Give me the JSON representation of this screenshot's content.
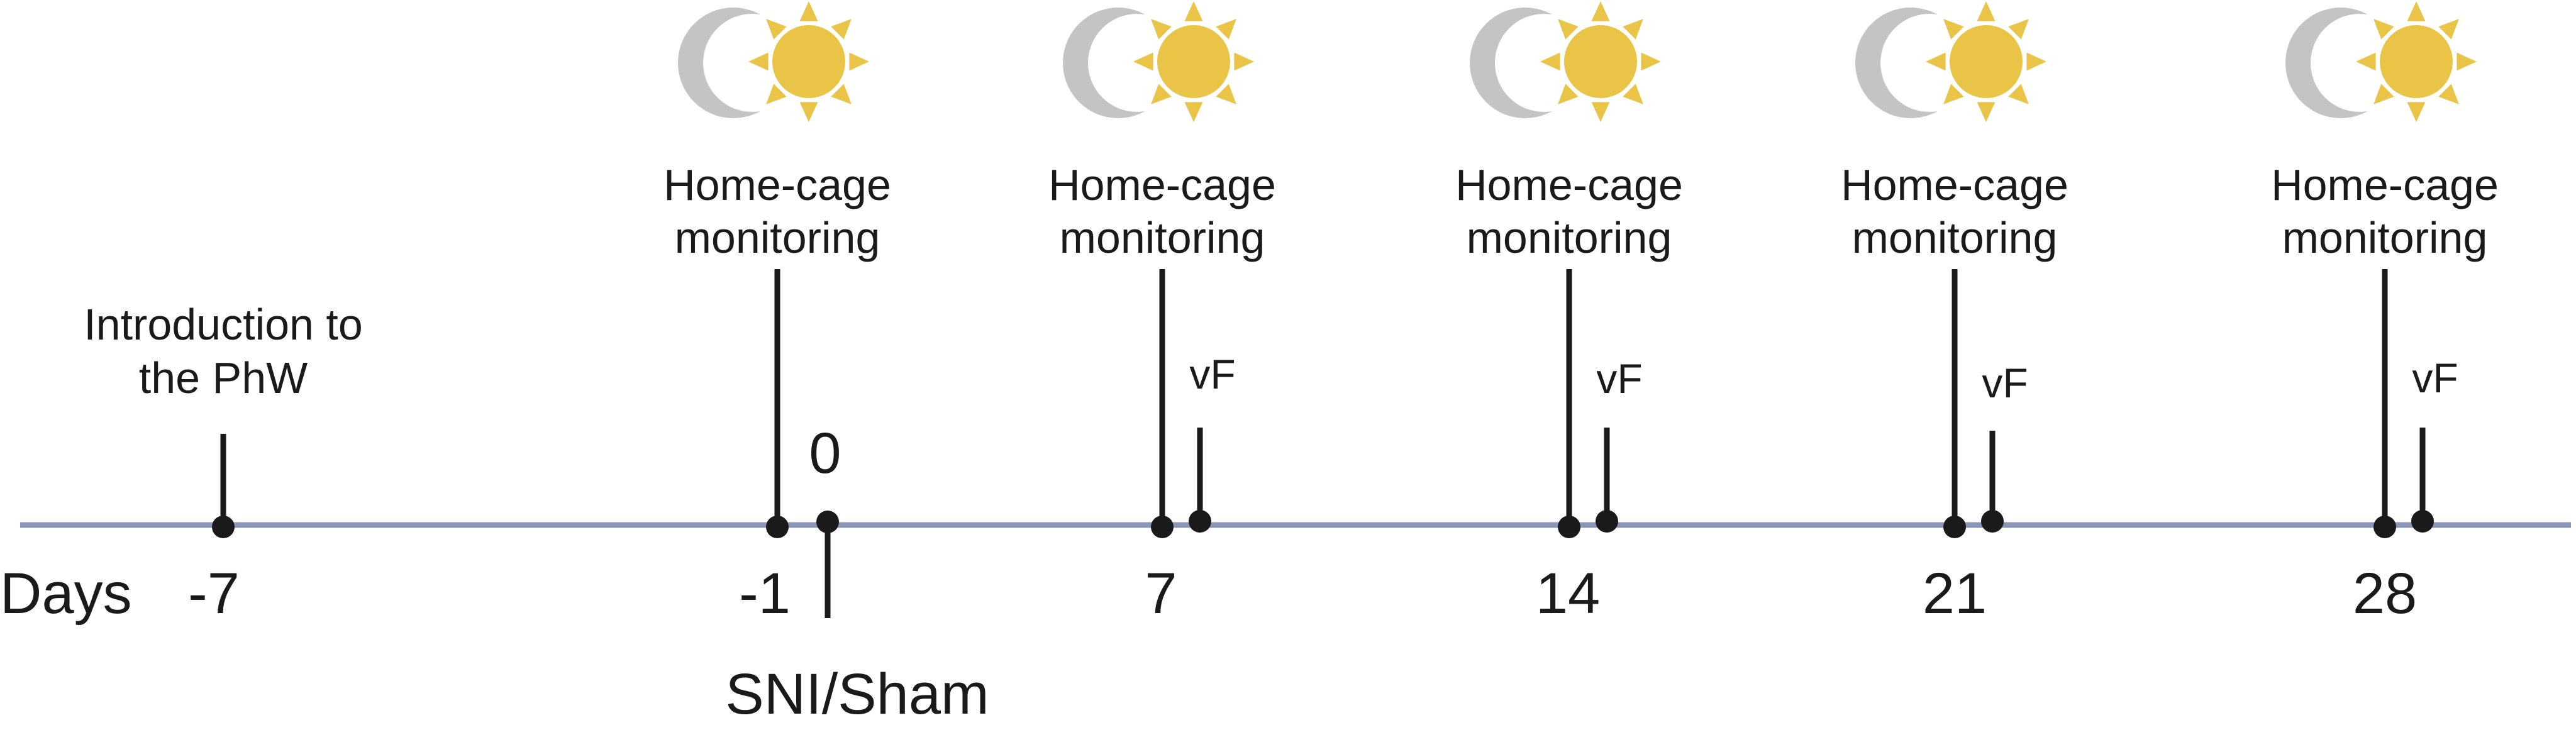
{
  "axis_label": "Days",
  "colors": {
    "timeline": "#8a97b8",
    "marker": "#1a1a1a",
    "sun": "#e9c446",
    "moon": "#c4c4c4"
  },
  "intro": {
    "day": "-7",
    "label_lines": [
      "Introduction to",
      "the PhW"
    ]
  },
  "surgery": {
    "day": "0",
    "label": "SNI/Sham"
  },
  "monitoring_label_lines": [
    "Home-cage",
    "monitoring"
  ],
  "vf_label": "vF",
  "icon": "moon-and-sun-icon",
  "sessions": [
    {
      "day": "-1",
      "vf": false
    },
    {
      "day": "7",
      "vf": true
    },
    {
      "day": "14",
      "vf": true
    },
    {
      "day": "21",
      "vf": true
    },
    {
      "day": "28",
      "vf": true
    }
  ]
}
